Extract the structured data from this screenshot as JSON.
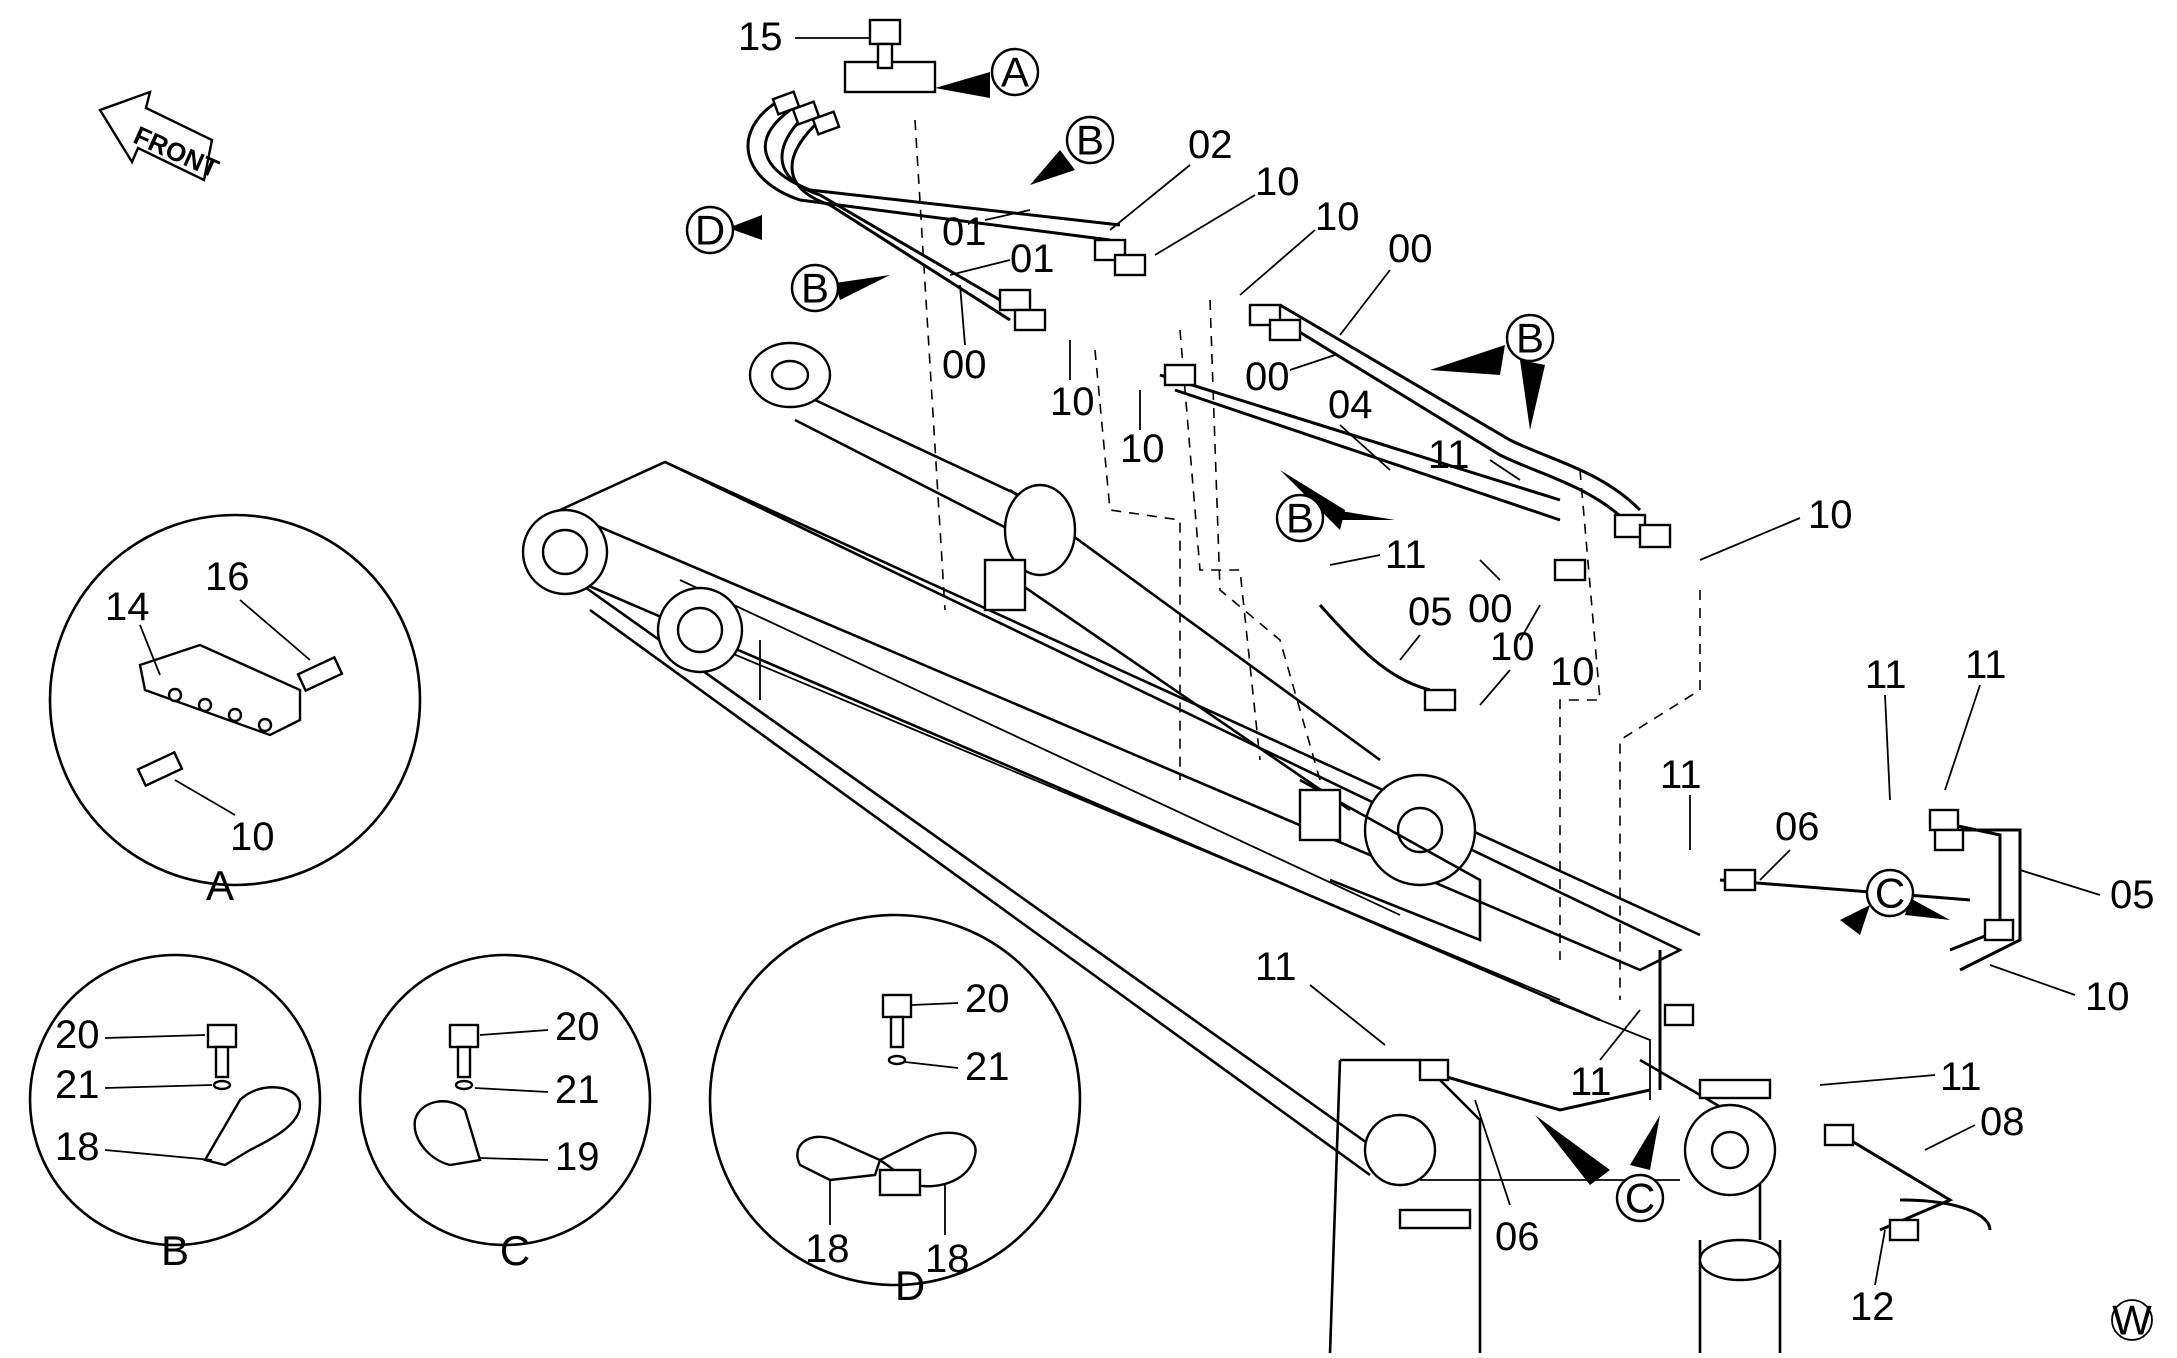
{
  "diagram": {
    "front_label": "FRONT",
    "corner_mark": "W",
    "detail_markers": {
      "A": "A",
      "B": "B",
      "C": "C",
      "D": "D"
    },
    "main_labels": {
      "p15": "15",
      "p02": "02",
      "p01a": "01",
      "p01b": "01",
      "p00a": "00",
      "p00b": "00",
      "p00c": "00",
      "p00d": "00",
      "p10a": "10",
      "p10b": "10",
      "p10c": "10",
      "p10d": "10",
      "p10e": "10",
      "p10f": "10",
      "p10g": "10",
      "p10h": "10",
      "p04": "04",
      "p05a": "05",
      "p05b": "05",
      "p06a": "06",
      "p06b": "06",
      "p08": "08",
      "p11a": "11",
      "p11b": "11",
      "p11c": "11",
      "p11d": "11",
      "p11e": "11",
      "p11f": "11",
      "p11g": "11",
      "p12": "12"
    },
    "detail_A": {
      "caption": "A",
      "p14": "14",
      "p16": "16",
      "p10": "10"
    },
    "detail_B": {
      "caption": "B",
      "p20": "20",
      "p21": "21",
      "p18": "18"
    },
    "detail_C": {
      "caption": "C",
      "p20": "20",
      "p21": "21",
      "p19": "19"
    },
    "detail_D": {
      "caption": "D",
      "p20": "20",
      "p21": "21",
      "p18a": "18",
      "p18b": "18"
    }
  }
}
